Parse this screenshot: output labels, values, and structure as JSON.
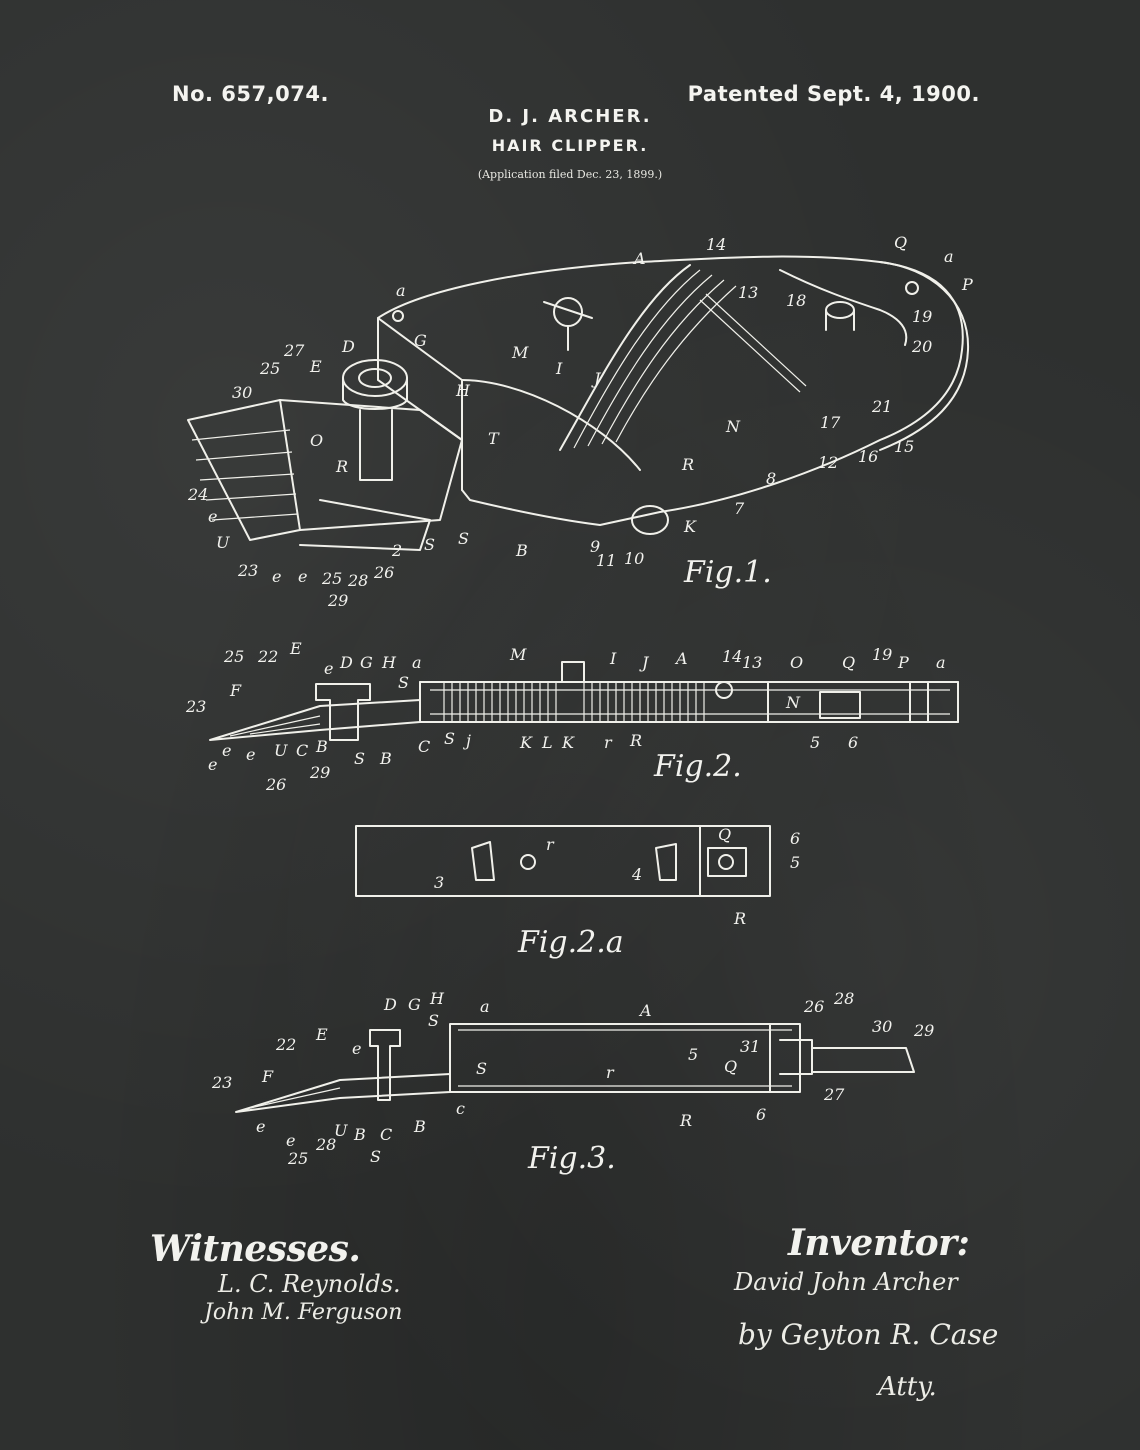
{
  "header": {
    "patent_number": "No. 657,074.",
    "patent_date": "Patented Sept. 4, 1900.",
    "inventor": "D. J. ARCHER.",
    "title": "HAIR CLIPPER.",
    "application_note": "(Application filed Dec. 23, 1899.)"
  },
  "figures": {
    "fig1": {
      "caption": "Fig.1.",
      "labels": [
        "A",
        "a",
        "14",
        "Q",
        "a",
        "P",
        "13",
        "18",
        "19",
        "20",
        "21",
        "15",
        "16",
        "12",
        "17",
        "8",
        "7",
        "K",
        "N",
        "R",
        "J",
        "I",
        "M",
        "G",
        "D",
        "H",
        "T",
        "E",
        "27",
        "25",
        "30",
        "O",
        "R",
        "24",
        "e",
        "U",
        "23",
        "e",
        "e",
        "25",
        "28",
        "26",
        "29",
        "S",
        "S",
        "2",
        "B",
        "9",
        "10",
        "11"
      ]
    },
    "fig2": {
      "caption": "Fig.2.",
      "labels": [
        "M",
        "I",
        "J",
        "A",
        "14",
        "13",
        "O",
        "Q",
        "19",
        "P",
        "a",
        "D",
        "G",
        "H",
        "a",
        "E",
        "25",
        "22",
        "F",
        "e",
        "S",
        "23",
        "e",
        "e",
        "e",
        "U",
        "C",
        "B",
        "29",
        "26",
        "S",
        "B",
        "C",
        "S",
        "j",
        "K",
        "L",
        "K",
        "r",
        "R",
        "5",
        "6",
        "N"
      ]
    },
    "fig2a": {
      "caption": "Fig.2.a",
      "labels": [
        "r",
        "3",
        "4",
        "Q",
        "6",
        "5",
        "R"
      ]
    },
    "fig3": {
      "caption": "Fig.3.",
      "labels": [
        "D",
        "G",
        "H",
        "a",
        "A",
        "26",
        "28",
        "30",
        "29",
        "22",
        "E",
        "e",
        "S",
        "S",
        "5",
        "31",
        "Q",
        "23",
        "F",
        "r",
        "27",
        "R",
        "6",
        "e",
        "e",
        "U",
        "25",
        "28",
        "B",
        "C",
        "c",
        "B",
        "S"
      ]
    }
  },
  "signatures": {
    "witnesses_heading": "Witnesses.",
    "witness_1": "L. C. Reynolds.",
    "witness_2": "John M. Ferguson",
    "inventor_heading": "Inventor:",
    "inventor_signature": "David John Archer",
    "attorney_signature": "by Geyton R. Case",
    "attorney_title": "Atty."
  }
}
